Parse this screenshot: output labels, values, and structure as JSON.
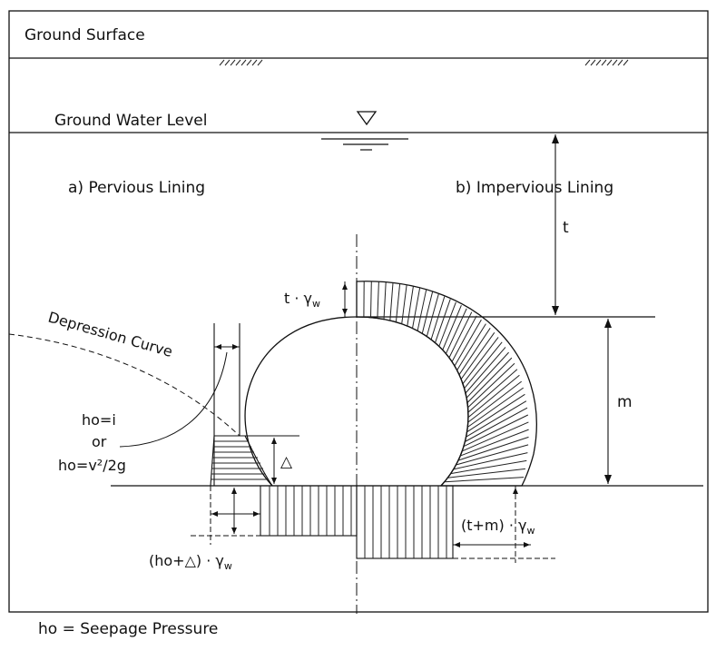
{
  "labels": {
    "ground_surface": "Ground Surface",
    "ground_water_level": "Ground Water Level",
    "pervious": "a) Pervious Lining",
    "impervious": "b) Impervious Lining",
    "t": "t",
    "m": "m",
    "t_gamma": "t · γ",
    "w_sub": "w",
    "depression_curve": "Depression Curve",
    "ho_line1": "ho=i",
    "ho_line2": "or",
    "ho_line3": "ho=v²/2g",
    "delta": "△",
    "ho_delta_gamma": "(ho+△) · γ",
    "tm_gamma": "(t+m) · γ",
    "legend": "ho = Seepage Pressure"
  },
  "icons": {
    "water_level": "inverted-triangle-icon",
    "ground_hatch": "soil-hatch-icon"
  }
}
